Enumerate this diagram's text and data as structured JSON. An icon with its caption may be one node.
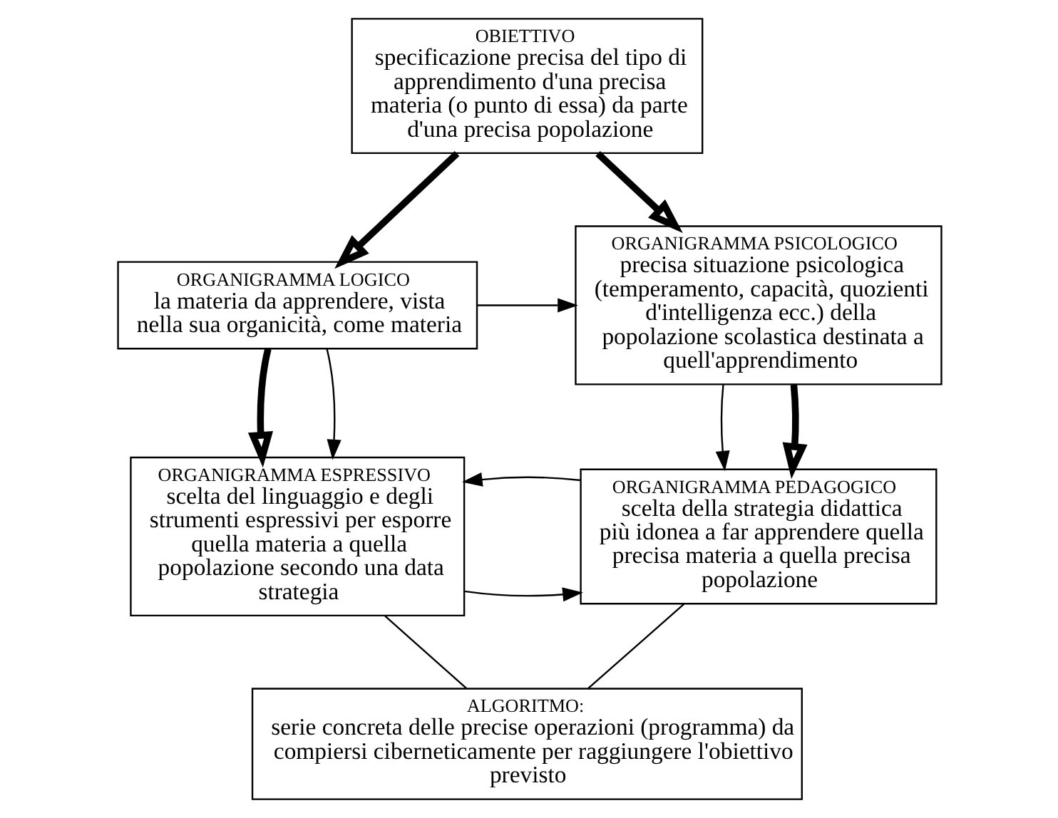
{
  "diagram": {
    "nodes": [
      {
        "text": [
          "OBIETTIVO",
          "specificazione precisa del tipo di apprendimento d'una precisa materia (o punto di essa) da parte d'una precisa popolazione"
        ]
      },
      {
        "text": [
          "ORGANIGRAMMA LOGICO",
          "la materia da apprendere, vista nella sua organicità, come materia"
        ]
      },
      {
        "text": [
          "ORGANIGRAMMA PSICOLOGICO",
          "precisa situazione psicologica (temperamento, capacità, quozienti d'intelligenza ecc.) della popolazione scolastica destinata a quell'apprendimento"
        ]
      },
      {
        "text": [
          "ORGANIGRAMMA ESPRESSIVO",
          "scelta del linguaggio e degli strumenti espressivi per esporre quella materia a quella popolazione secondo una data strategia"
        ]
      },
      {
        "text": [
          "ORGANIGRAMMA PEDAGOGICO",
          "scelta della strategia didattica più idonea a far apprendere quella precisa materia a quella precisa popolazione"
        ]
      },
      {
        "text": [
          "ALGORITMO:",
          "serie concreta delle precise operazioni (programma) da compiersi ciberneticamente per raggiungere l'obiettivo previsto"
        ]
      }
    ],
    "edges": [
      {
        "from": 0,
        "to": 1,
        "arrow": "to",
        "style": "thick"
      },
      {
        "from": 0,
        "to": 2,
        "arrow": "to",
        "style": "thick"
      },
      {
        "from": 1,
        "to": 2,
        "arrow": "to"
      },
      {
        "from": 1,
        "to": 3,
        "arrow": "to",
        "style": "thick"
      },
      {
        "from": 1,
        "to": 3,
        "arrow": "to"
      },
      {
        "from": 2,
        "to": 4,
        "arrow": "to"
      },
      {
        "from": 2,
        "to": 4,
        "arrow": "to",
        "style": "thick"
      },
      {
        "from": 3,
        "to": 4,
        "arrow": "to"
      },
      {
        "from": 4,
        "to": 3,
        "arrow": "to"
      },
      {
        "from": 3,
        "to": 5,
        "arrow": "none"
      },
      {
        "from": 4,
        "to": 5,
        "arrow": "none"
      }
    ]
  }
}
